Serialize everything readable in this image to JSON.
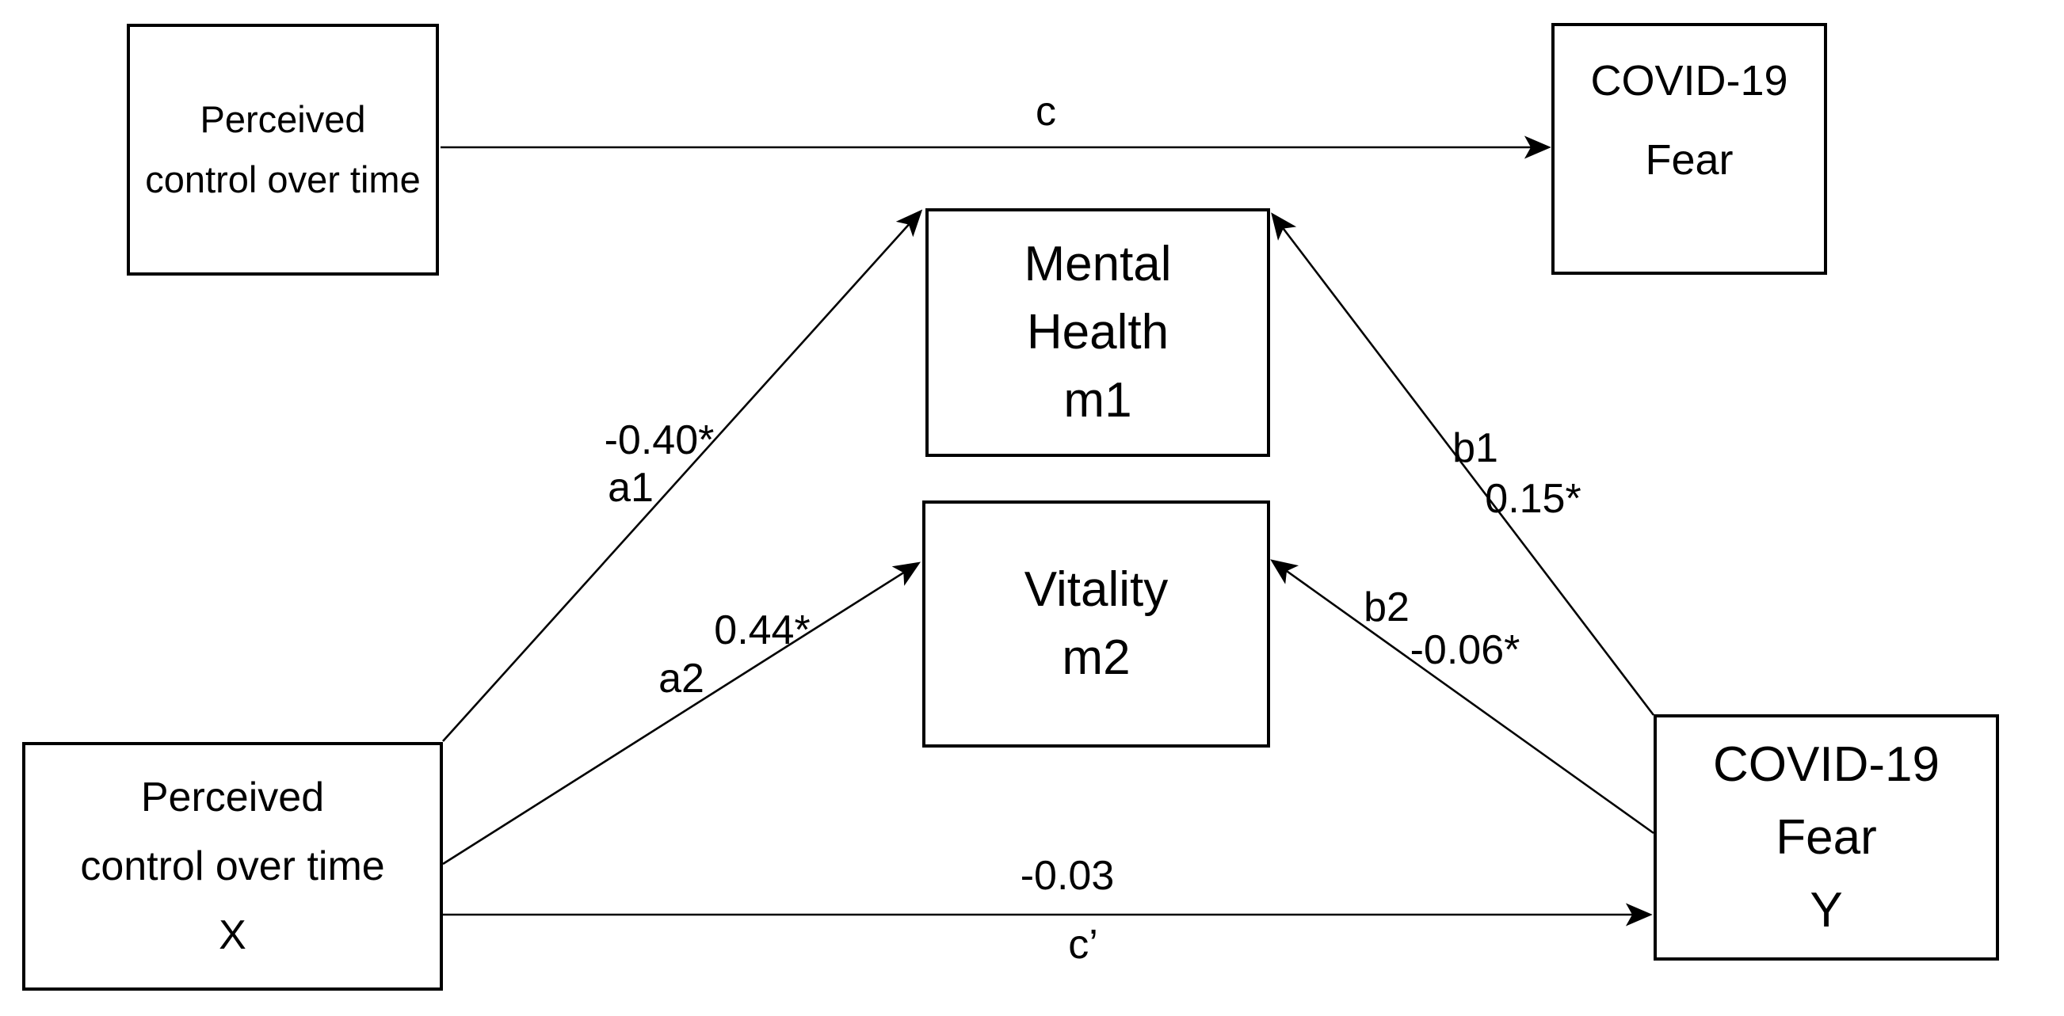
{
  "diagram": {
    "title": "Mediation model: perceived control over time, mental health, vitality and COVID-19 fear",
    "colors": {
      "line": "#000000",
      "text": "#000000",
      "background": "#ffffff"
    },
    "nodes": {
      "predictor_top": {
        "line1": "Perceived",
        "line2": "control over time"
      },
      "outcome_top": {
        "line1": "COVID-19",
        "line2": "Fear"
      },
      "mediator1": {
        "line1": "Mental",
        "line2": "Health",
        "line3": "m1"
      },
      "mediator2": {
        "line1": "Vitality",
        "line2": "m2"
      },
      "predictor_bottom": {
        "line1": "Perceived",
        "line2": "control over time",
        "line3": "X"
      },
      "outcome_bottom": {
        "line1": "COVID-19",
        "line2": "Fear",
        "line3": "Y"
      }
    },
    "paths": {
      "c": {
        "label": "c"
      },
      "a1": {
        "coefficient": "-0.40*",
        "label": "a1"
      },
      "a2": {
        "coefficient": "0.44*",
        "label": "a2"
      },
      "b1": {
        "label": "b1",
        "coefficient": "0.15*"
      },
      "b2": {
        "label": "b2",
        "coefficient": "-0.06*"
      },
      "c_prime": {
        "coefficient": "-0.03",
        "label": "c’"
      }
    }
  }
}
